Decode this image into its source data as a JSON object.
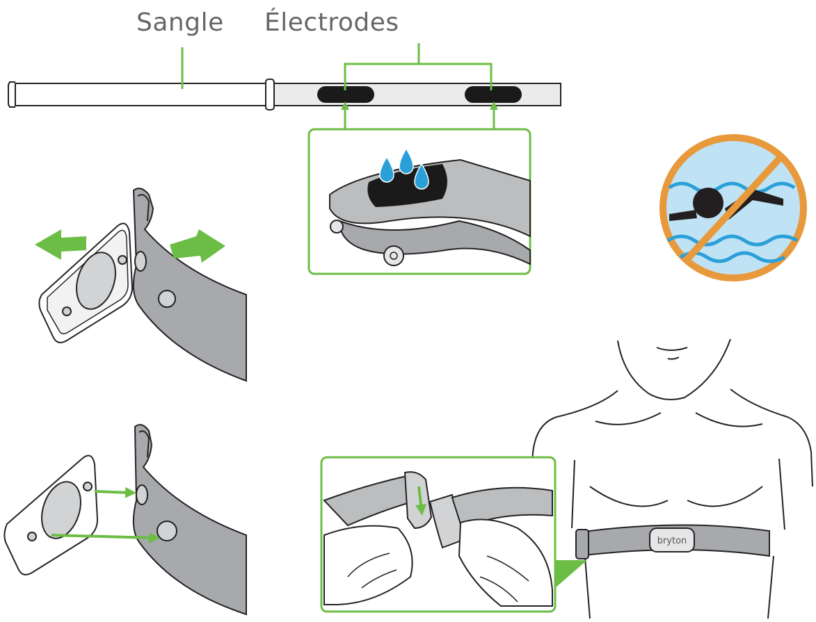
{
  "labels": {
    "strap": "Sangle",
    "electrodes": "Électrodes"
  },
  "brand": {
    "logo": "bryton"
  },
  "colors": {
    "accent_green": "#6cbd45",
    "strap_gray": "#a7a9ac",
    "electrode_black": "#1a1a1a",
    "water_blue": "#2b9fd8",
    "water_bg": "#bfe3f4",
    "no_sign_orange": "#e8993b",
    "label_gray": "#666666"
  },
  "icons": [
    "no-swimming-icon",
    "water-drop-icon",
    "arrow-icon"
  ]
}
